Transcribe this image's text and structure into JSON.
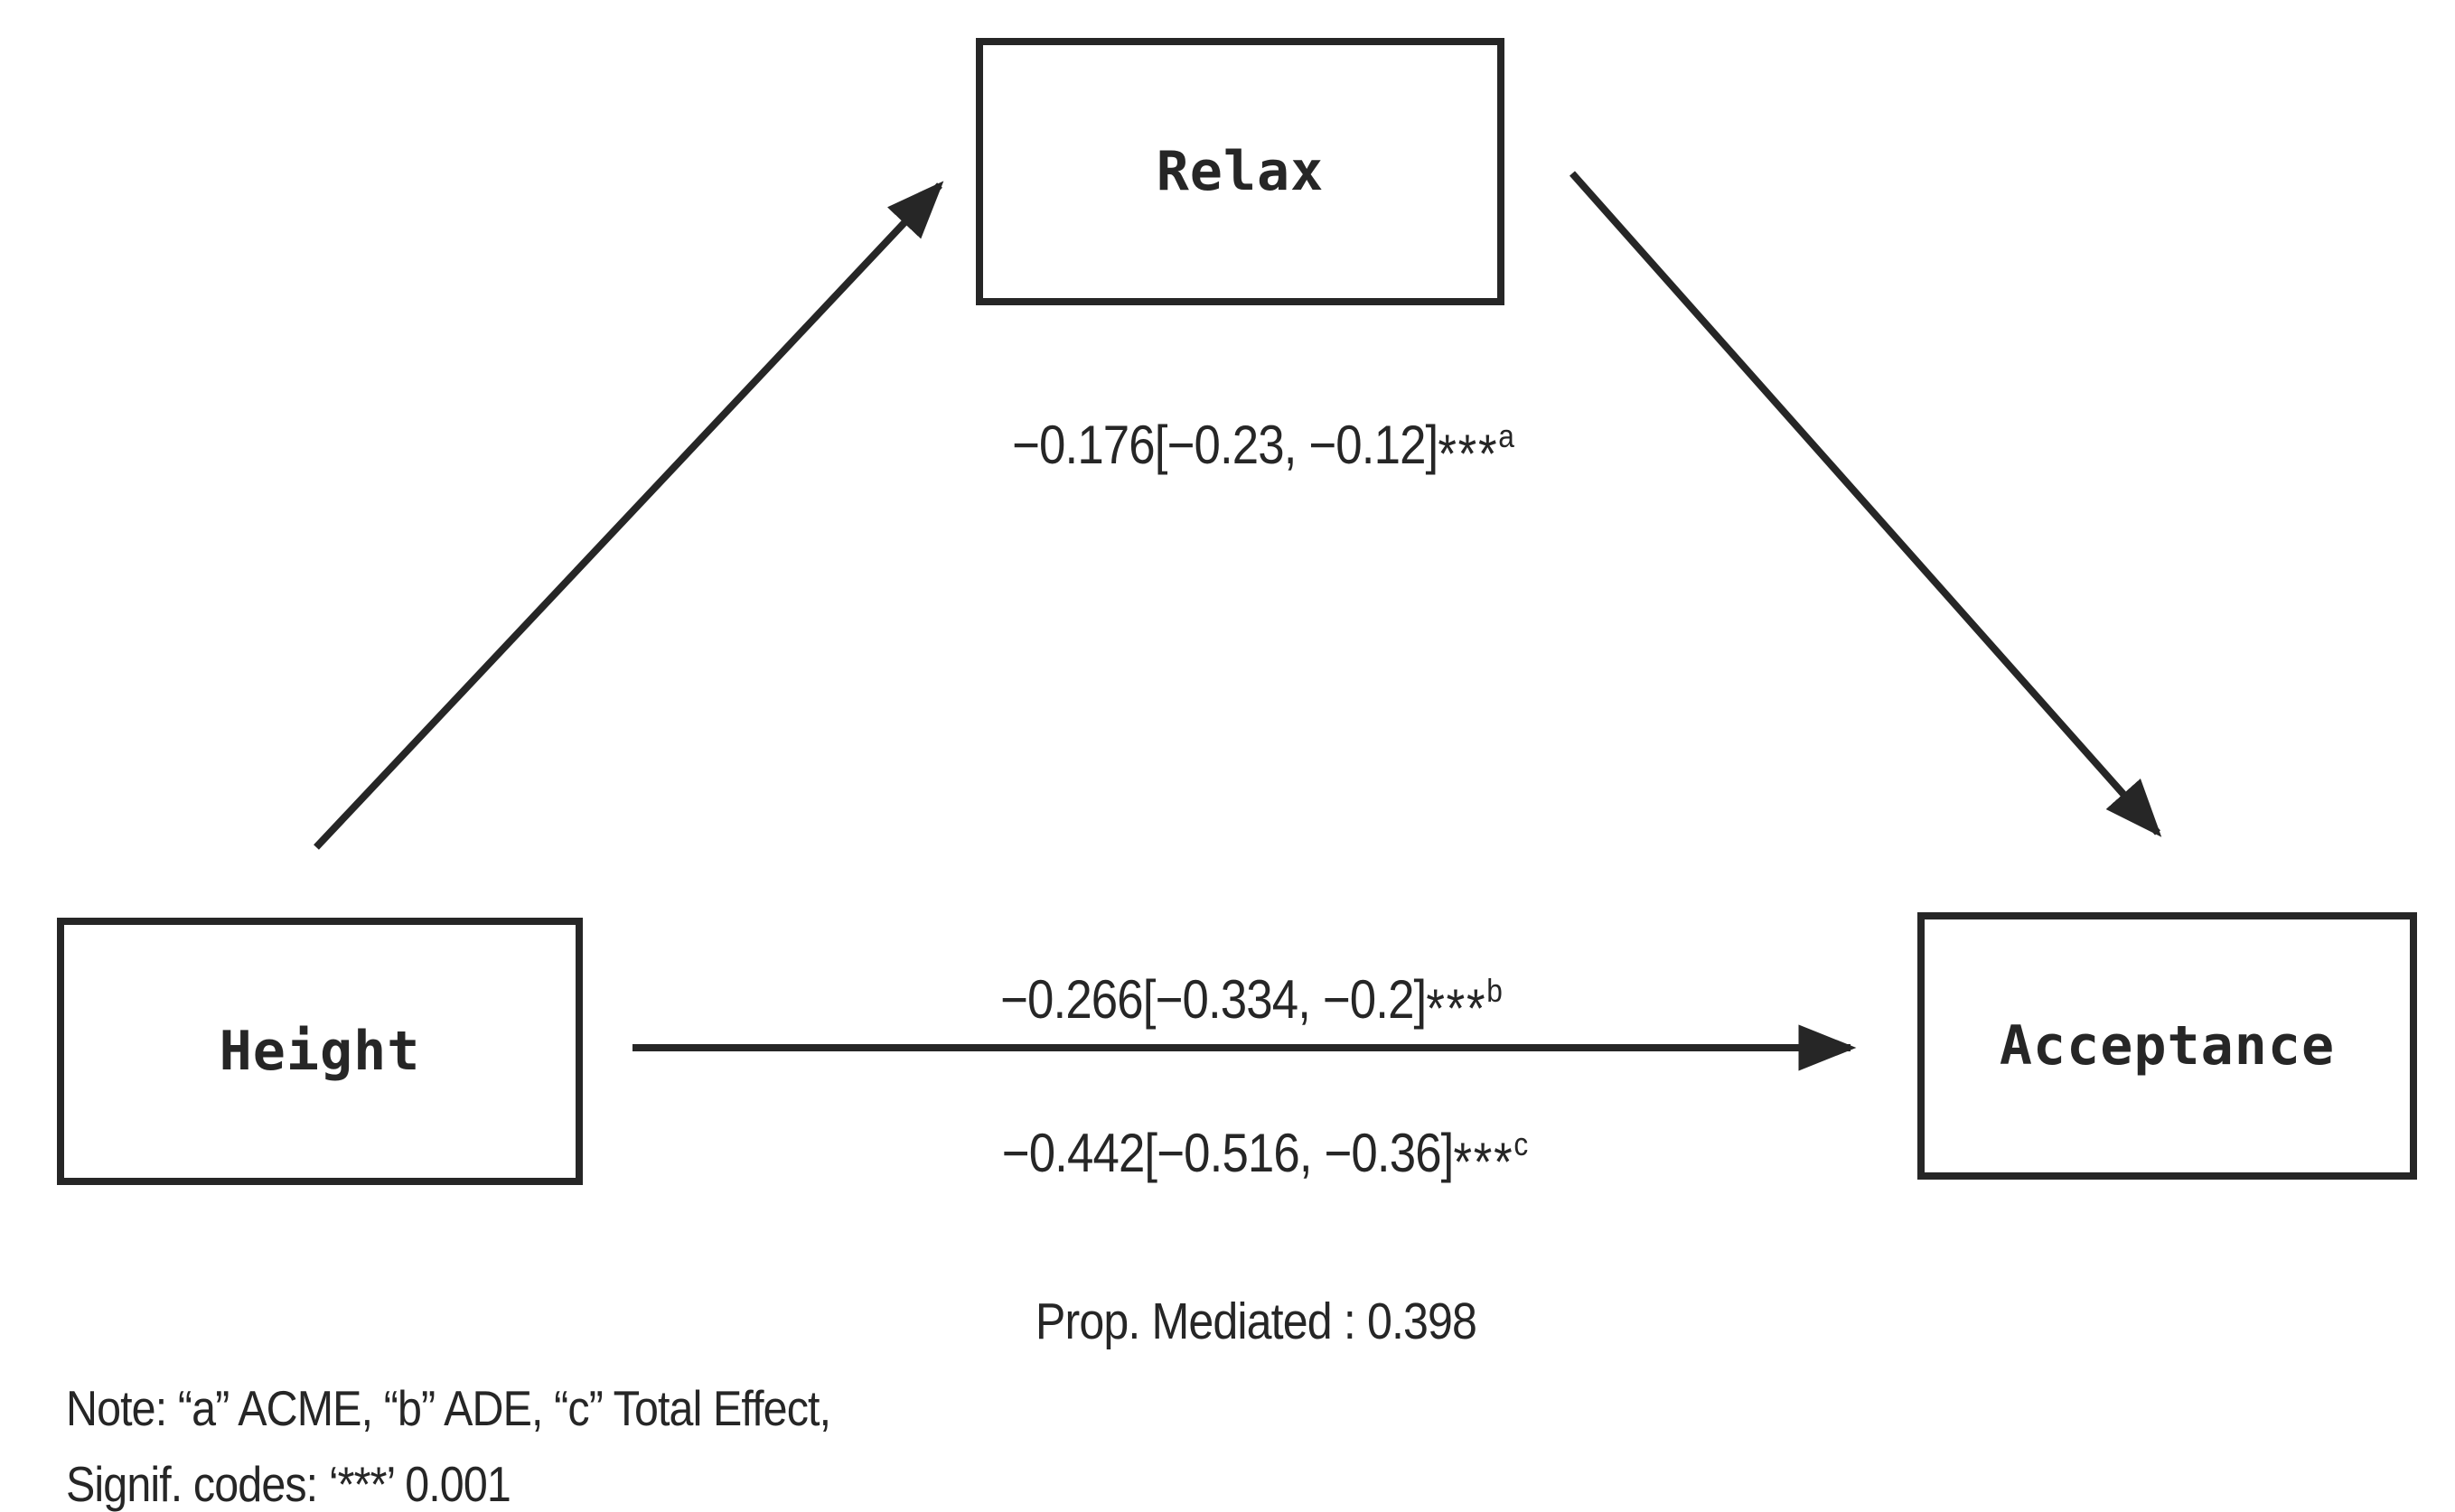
{
  "diagram": {
    "nodes": {
      "mediator": {
        "label": "Relax"
      },
      "predictor": {
        "label": "Height"
      },
      "outcome": {
        "label": "Acceptance"
      }
    },
    "paths": {
      "acme": {
        "estimate": "−0.176[−0.23, −0.12]",
        "stars": "***",
        "sup": "a"
      },
      "ade": {
        "estimate": "−0.266[−0.334, −0.2]",
        "stars": "***",
        "sup": "b"
      },
      "total": {
        "estimate": "−0.442[−0.516, −0.36]",
        "stars": "***",
        "sup": "c"
      }
    },
    "prop_mediated": "Prop. Mediated : 0.398",
    "notes": {
      "line1": "Note: “a” ACME, “b” ADE, “c” Total Effect,",
      "line2": "Signif. codes: ‘***’ 0.001"
    },
    "colors": {
      "ink": "#262626",
      "background": "#ffffff"
    }
  }
}
